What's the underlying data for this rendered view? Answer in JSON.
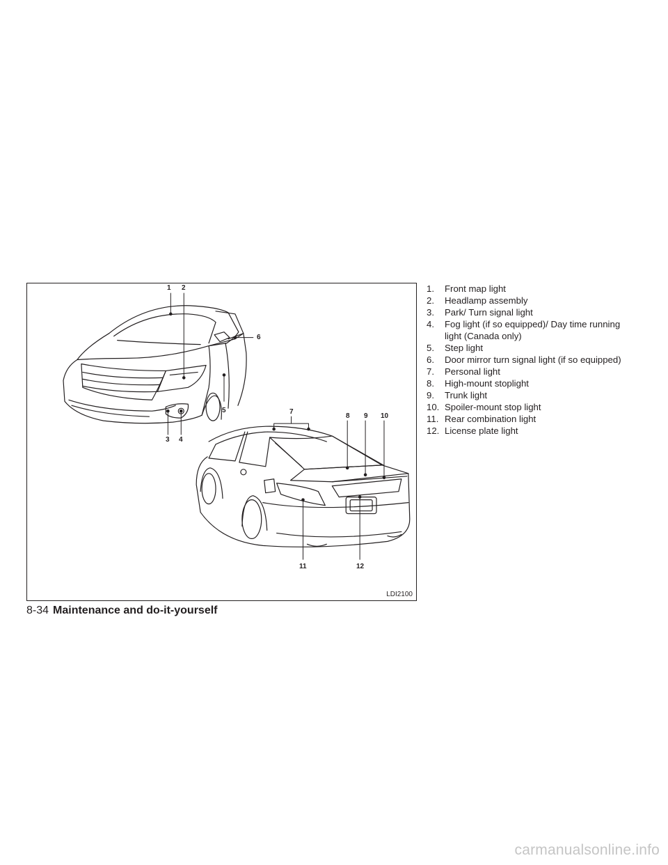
{
  "figure": {
    "code": "LDI2100",
    "callouts": {
      "c1": "1",
      "c2": "2",
      "c3": "3",
      "c4": "4",
      "c5": "5",
      "c6": "6",
      "c7": "7",
      "c8": "8",
      "c9": "9",
      "c10": "10",
      "c11": "11",
      "c12": "12"
    }
  },
  "legend": {
    "items": [
      {
        "num": "1.",
        "text": "Front map light"
      },
      {
        "num": "2.",
        "text": "Headlamp assembly"
      },
      {
        "num": "3.",
        "text": "Park/ Turn signal light"
      },
      {
        "num": "4.",
        "text": "Fog light (if so equipped)/ Day time running light (Canada only)"
      },
      {
        "num": "5.",
        "text": "Step light"
      },
      {
        "num": "6.",
        "text": "Door mirror turn signal light (if so equipped)"
      },
      {
        "num": "7.",
        "text": "Personal light"
      },
      {
        "num": "8.",
        "text": "High-mount stoplight"
      },
      {
        "num": "9.",
        "text": "Trunk light"
      },
      {
        "num": "10.",
        "text": "Spoiler-mount stop light"
      },
      {
        "num": "11.",
        "text": "Rear combination light"
      },
      {
        "num": "12.",
        "text": "License plate light"
      }
    ]
  },
  "footer": {
    "page_number": "8-34",
    "section": "Maintenance and do-it-yourself"
  },
  "watermark": "carmanualsonline.info"
}
